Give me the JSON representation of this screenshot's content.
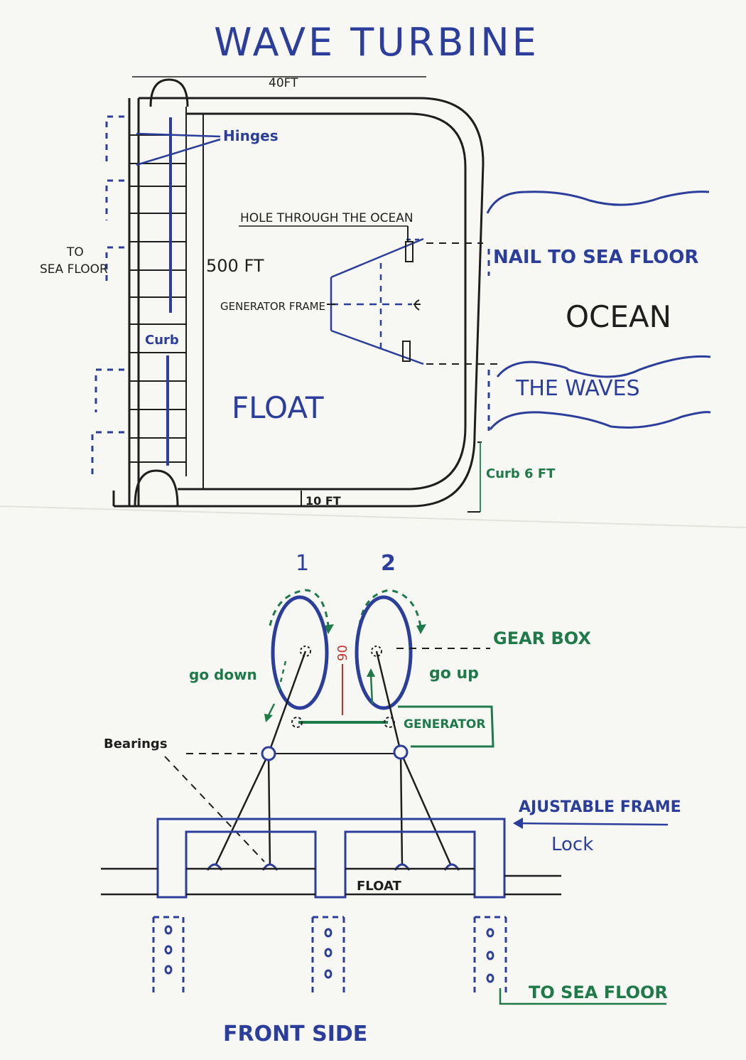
{
  "title": "WAVE TURBINE",
  "top_diagram": {
    "width_label": "40FT",
    "hinges_label": "Hinges",
    "to_sea_floor_label_1": "TO",
    "to_sea_floor_label_2": "SEA FLOOR",
    "hole_label": "HOLE THROUGH THE OCEAN",
    "height_label": "500 FT",
    "generator_frame_label": "GENERATOR FRAME",
    "curb_label": "Curb",
    "float_label": "FLOAT",
    "nail_label": "NAIL TO SEA FLOOR",
    "ocean_label": "OCEAN",
    "waves_label": "THE WAVES",
    "curb_height_label": "Curb 6 FT",
    "bottom_width_label": "10 FT"
  },
  "bottom_diagram": {
    "gear1_label": "1",
    "gear2_label": "2",
    "gearbox_label": "GEAR BOX",
    "angle_label": "90",
    "go_down_label": "go down",
    "go_up_label": "go up",
    "generator_label": "GENERATOR",
    "bearings_label": "Bearings",
    "adjustable_frame_label": "AJUSTABLE FRAME",
    "lock_label": "Lock",
    "float_label": "FLOAT",
    "to_sea_floor_label": "TO SEA FLOOR",
    "front_side_label": "FRONT SIDE"
  },
  "colors": {
    "blue_ink": "#2b3e9c",
    "black_ink": "#1e1e1e",
    "green_ink": "#1f7a4a",
    "red_ink": "#c8302a"
  }
}
